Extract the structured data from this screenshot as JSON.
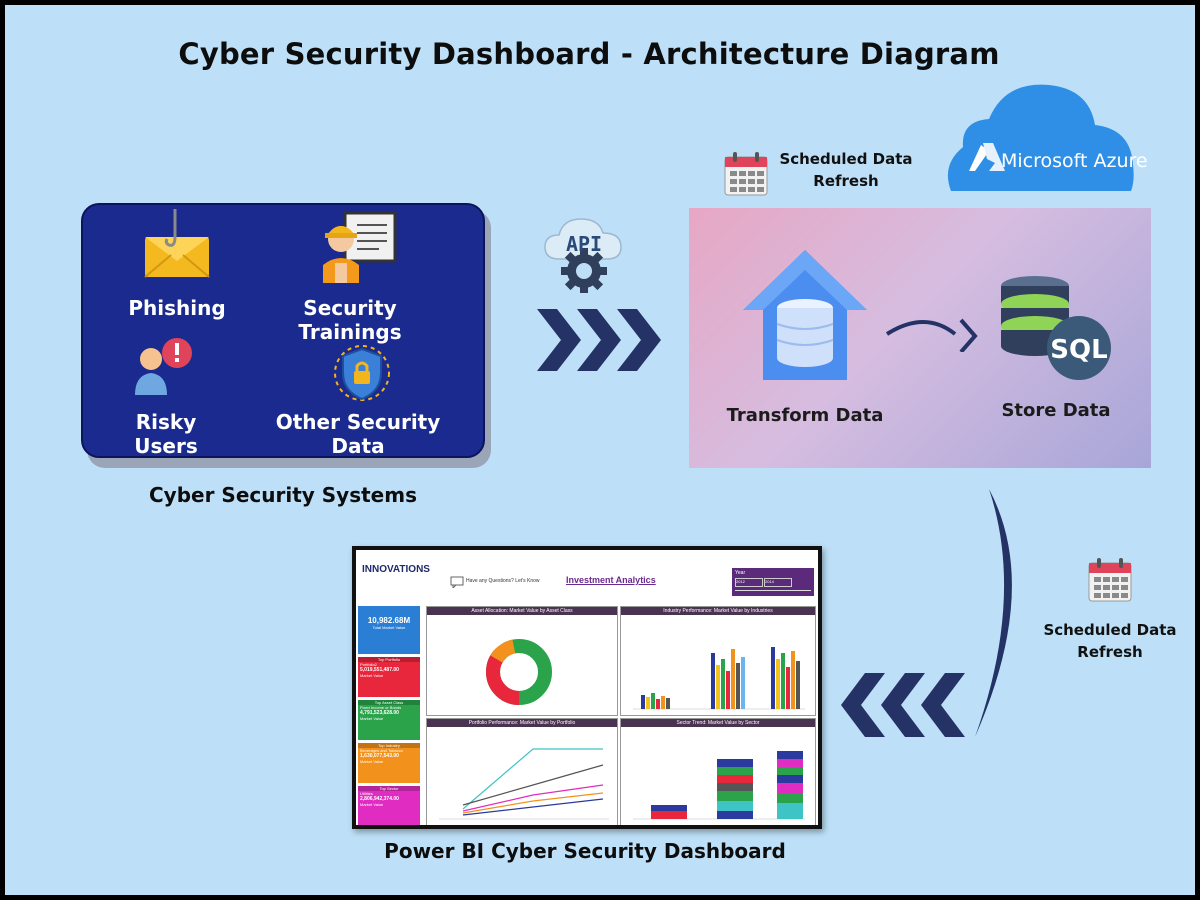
{
  "title": "Cyber Security Dashboard - Architecture Diagram",
  "systems": {
    "items": [
      {
        "label": "Phishing",
        "icon": "phishing-envelope-icon"
      },
      {
        "label": "Security Trainings",
        "icon": "trainer-board-icon"
      },
      {
        "label": "Risky Users",
        "icon": "risky-user-icon"
      },
      {
        "label": "Other Security Data",
        "icon": "shield-lock-icon"
      }
    ],
    "caption": "Cyber Security Systems"
  },
  "api": {
    "label": "API",
    "icon": "api-cloud-gear-icon"
  },
  "refresh_top": {
    "line1": "Scheduled Data",
    "line2": "Refresh",
    "icon": "calendar-icon"
  },
  "azure": {
    "label": "Microsoft Azure",
    "icon": "azure-cloud-icon"
  },
  "processing": {
    "transform_label": "Transform Data",
    "store_label": "Store Data",
    "sql_label": "SQL"
  },
  "refresh_right": {
    "line1": "Scheduled Data",
    "line2": "Refresh",
    "icon": "calendar-icon"
  },
  "dashboard": {
    "caption": "Power BI Cyber Security Dashboard",
    "screenshot": {
      "brand": "INNOVATIONS",
      "question": "Have any Questions? Let's Know",
      "heading": "Investment Analytics",
      "year_label": "Year",
      "year_from": "2012",
      "year_to": "2014",
      "kpi_total": "10,982.68M",
      "kpi_total_label": "Total Market Value",
      "cards": [
        {
          "title": "Top Portfolio",
          "name": "Portfolio2",
          "value": "5,019,551,487.00",
          "sub": "Market Value",
          "color": "#e8263c"
        },
        {
          "title": "Top Asset Class",
          "name": "Fixed Income or Bonds",
          "value": "4,791,523,628.00",
          "sub": "Market Value",
          "color": "#2aa34a"
        },
        {
          "title": "Top Industry",
          "name": "Beverages and Tobacco",
          "value": "1,630,077,543.00",
          "sub": "Market Value",
          "color": "#f2921d"
        },
        {
          "title": "Top Sector",
          "name": "Utilities",
          "value": "2,806,942,374.00",
          "sub": "Market Value",
          "color": "#e02cc0"
        }
      ],
      "charts": [
        {
          "title": "Asset Allocation: Market Value by Asset Class"
        },
        {
          "title": "Industry Performance: Market Value by Industries"
        },
        {
          "title": "Portfolio Performance: Market Value by Portfolio"
        },
        {
          "title": "Sector Trend: Market Value by Sector"
        }
      ]
    }
  },
  "colors": {
    "background": "#bde0f8",
    "system_panel": "#1a2a8f",
    "arrow_navy": "#243266",
    "azure_blue": "#2f8fe6"
  }
}
